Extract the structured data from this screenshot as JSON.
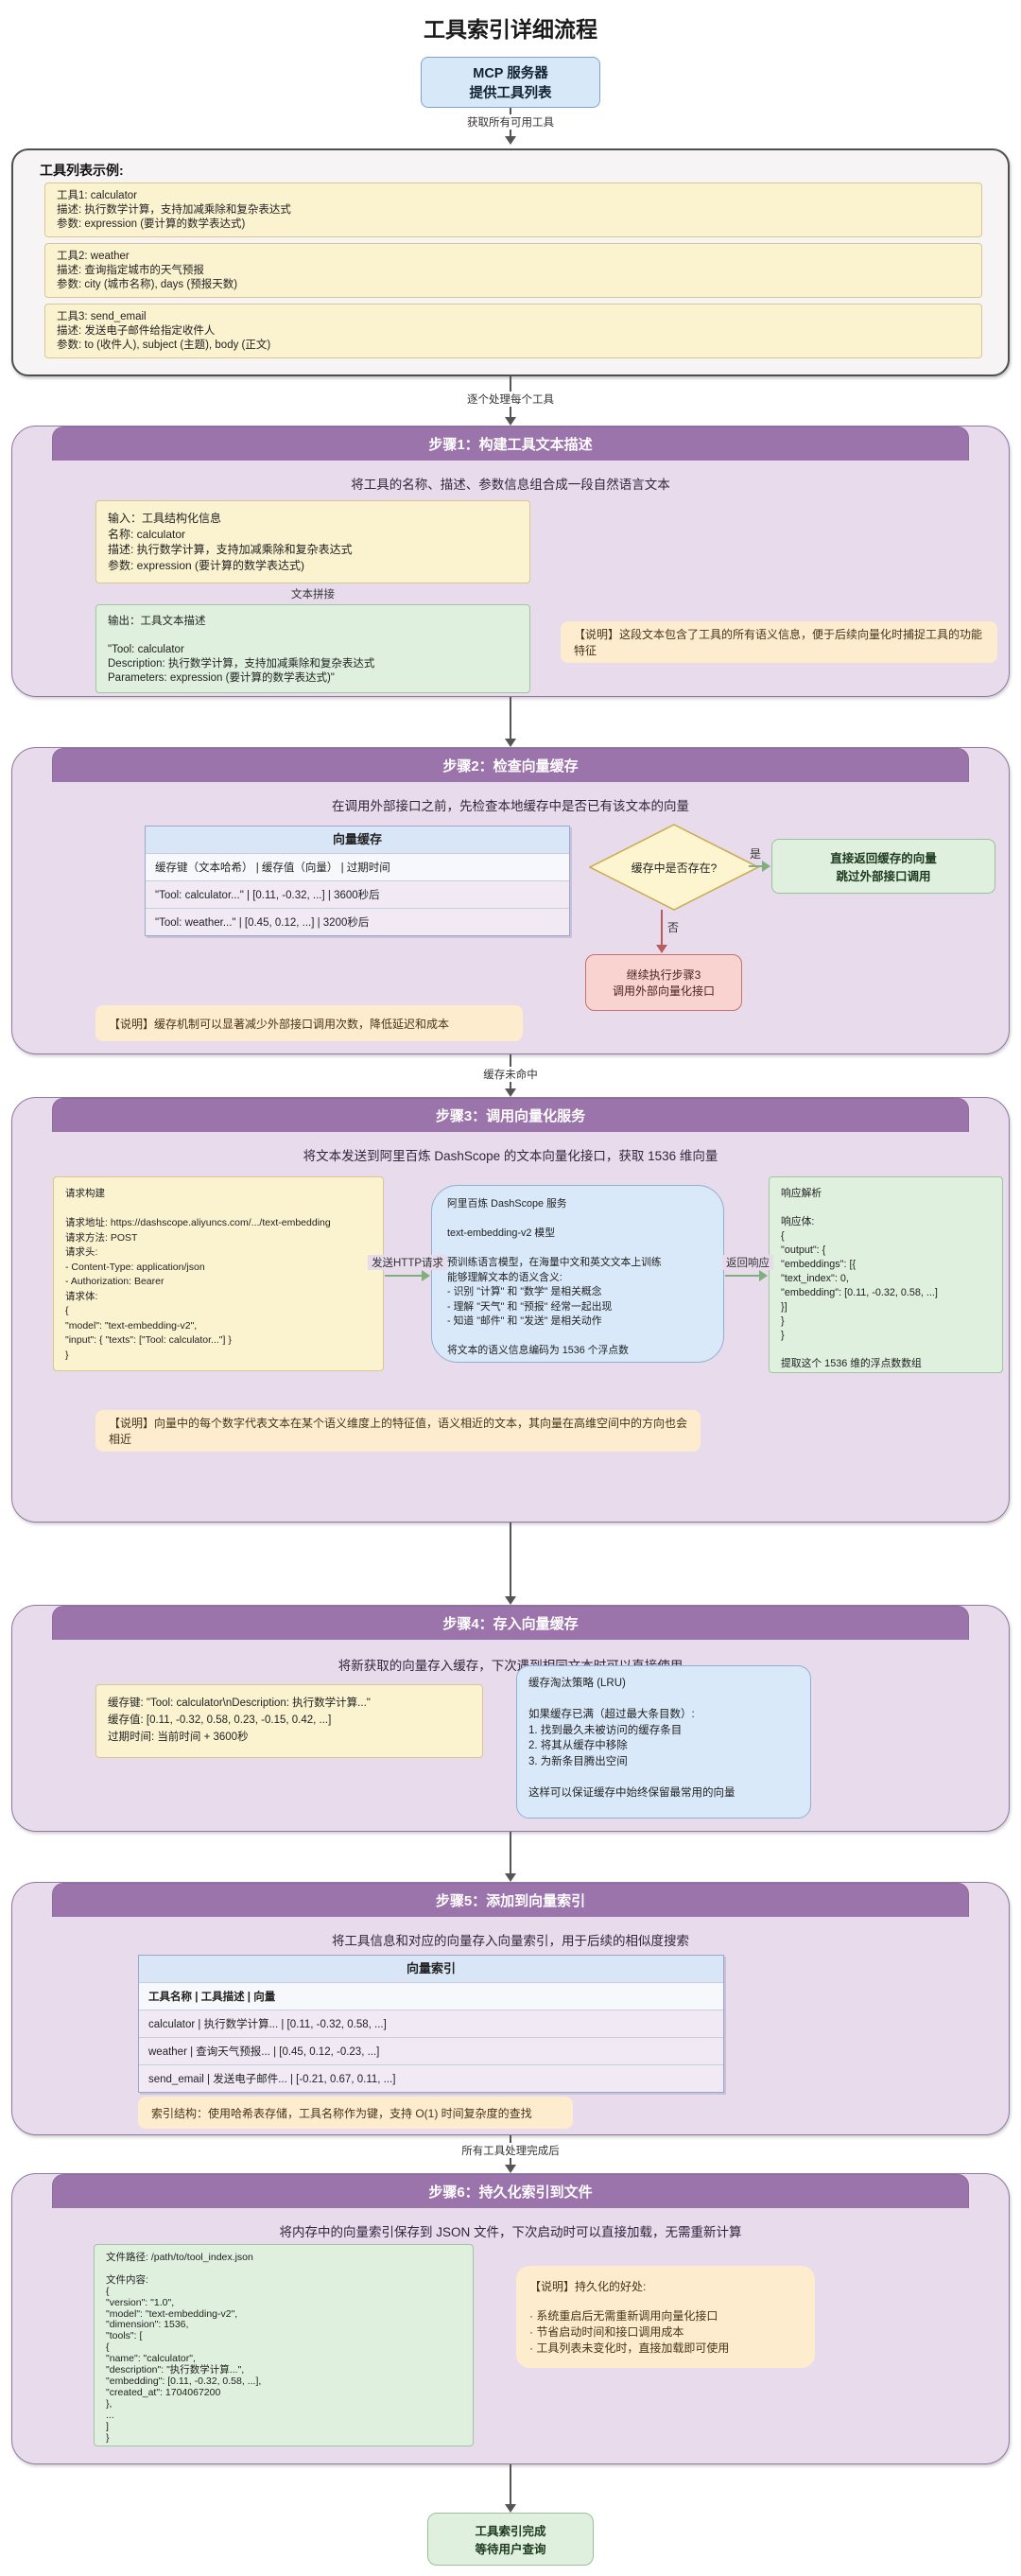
{
  "title": "工具索引详细流程",
  "colors": {
    "header_purple": "#9c74ac",
    "body_lavender": "#e7dbec",
    "note_peach": "#fdeccd",
    "box_yellow": "#fbf3d0",
    "box_green": "#dff0df",
    "box_blue": "#d9e9fa",
    "box_red": "#f8d3d0",
    "table_header_blue": "#d8e6f7"
  },
  "start": {
    "box": "MCP 服务器\n提供工具列表",
    "arrow_label": "获取所有可用工具"
  },
  "tool_list": {
    "header": "工具列表示例:",
    "tools": [
      "工具1: calculator\n描述: 执行数学计算，支持加减乘除和复杂表达式\n参数: expression (要计算的数学表达式)",
      "工具2: weather\n描述: 查询指定城市的天气预报\n参数: city (城市名称), days (预报天数)",
      "工具3: send_email\n描述: 发送电子邮件给指定收件人\n参数: to (收件人), subject (主题), body (正文)"
    ],
    "arrow_label": "逐个处理每个工具"
  },
  "step1": {
    "header": "步骤1：构建工具文本描述",
    "subtitle": "将工具的名称、描述、参数信息组合成一段自然语言文本",
    "input_box": "输入：工具结构化信息\n名称: calculator\n描述: 执行数学计算，支持加减乘除和复杂表达式\n参数: expression (要计算的数学表达式)",
    "connector_label": "文本拼接",
    "output_box": "输出：工具文本描述\n\n\"Tool: calculator\nDescription: 执行数学计算，支持加减乘除和复杂表达式\nParameters: expression (要计算的数学表达式)\"",
    "note": "【说明】这段文本包含了工具的所有语义信息，便于后续向量化时捕捉工具的功能特征"
  },
  "step2": {
    "header": "步骤2：检查向量缓存",
    "subtitle": "在调用外部接口之前，先检查本地缓存中是否已有该文本的向量",
    "cache_table": {
      "title": "向量缓存",
      "header": "缓存键（文本哈希） | 缓存值（向量） | 过期时间",
      "rows": [
        "\"Tool: calculator...\" | [0.11, -0.32, ...] | 3600秒后",
        "\"Tool: weather...\" | [0.45, 0.12, ...] | 3200秒后"
      ]
    },
    "decision": "缓存中是否存在?",
    "yes_label": "是",
    "yes_box": "直接返回缓存的向量\n跳过外部接口调用",
    "no_label": "否",
    "no_box": "继续执行步骤3\n调用外部向量化接口",
    "note": "【说明】缓存机制可以显著减少外部接口调用次数，降低延迟和成本",
    "arrow_label": "缓存未命中"
  },
  "step3": {
    "header": "步骤3：调用向量化服务",
    "subtitle": "将文本发送到阿里百炼 DashScope 的文本向量化接口，获取 1536 维向量",
    "request_box": "请求构建\n\n请求地址: https://dashscope.aliyuncs.com/.../text-embedding\n请求方法: POST\n请求头:\n- Content-Type: application/json\n- Authorization: Bearer\n请求体:\n{\n\"model\": \"text-embedding-v2\",\n\"input\": { \"texts\": [\"Tool: calculator...\"] }\n}",
    "send_label": "发送HTTP请求",
    "service_box": "阿里百炼 DashScope 服务\n\ntext-embedding-v2 模型\n\n预训练语言模型，在海量中文和英文文本上训练\n能够理解文本的语义含义:\n- 识别 \"计算\" 和 \"数学\" 是相关概念\n- 理解 \"天气\" 和 \"预报\" 经常一起出现\n- 知道 \"邮件\" 和 \"发送\" 是相关动作\n\n将文本的语义信息编码为 1536 个浮点数",
    "return_label": "返回响应",
    "response_box": "响应解析\n\n响应体:\n{\n\"output\": {\n\"embeddings\": [{\n\"text_index\": 0,\n\"embedding\": [0.11, -0.32, 0.58, ...]\n}]\n}\n}\n\n提取这个 1536 维的浮点数数组",
    "note": "【说明】向量中的每个数字代表文本在某个语义维度上的特征值，语义相近的文本，其向量在高维空间中的方向也会相近"
  },
  "step4": {
    "header": "步骤4：存入向量缓存",
    "subtitle": "将新获取的向量存入缓存，下次遇到相同文本时可以直接使用",
    "entry_box": "缓存键: \"Tool: calculator\\nDescription: 执行数学计算...\"\n缓存值: [0.11, -0.32, 0.58, 0.23, -0.15, 0.42, ...]\n过期时间: 当前时间 + 3600秒",
    "lru_box": "缓存淘汰策略 (LRU)\n\n如果缓存已满（超过最大条目数）:\n1. 找到最久未被访问的缓存条目\n2. 将其从缓存中移除\n3. 为新条目腾出空间\n\n这样可以保证缓存中始终保留最常用的向量"
  },
  "step5": {
    "header": "步骤5：添加到向量索引",
    "subtitle": "将工具信息和对应的向量存入向量索引，用于后续的相似度搜索",
    "index_table": {
      "title": "向量索引",
      "header": "工具名称 | 工具描述 | 向量",
      "rows": [
        "calculator | 执行数学计算... | [0.11, -0.32, 0.58, ...]",
        "weather | 查询天气预报... | [0.45, 0.12, -0.23, ...]",
        "send_email | 发送电子邮件... | [-0.21, 0.67, 0.11, ...]"
      ]
    },
    "note": "索引结构：使用哈希表存储，工具名称作为键，支持 O(1) 时间复杂度的查找",
    "arrow_label": "所有工具处理完成后"
  },
  "step6": {
    "header": "步骤6：持久化索引到文件",
    "subtitle": "将内存中的向量索引保存到 JSON 文件，下次启动时可以直接加载，无需重新计算",
    "file_box": "文件路径: /path/to/tool_index.json\n\n文件内容:\n{\n\"version\": \"1.0\",\n\"model\": \"text-embedding-v2\",\n\"dimension\": 1536,\n\"tools\": [\n{\n\"name\": \"calculator\",\n\"description\": \"执行数学计算...\",\n\"embedding\": [0.11, -0.32, 0.58, ...],\n\"created_at\": 1704067200\n},\n...\n]\n}",
    "note": "【说明】持久化的好处:\n\n· 系统重启后无需重新调用向量化接口\n· 节省启动时间和接口调用成本\n· 工具列表未变化时，直接加载即可使用"
  },
  "end_box": "工具索引完成\n等待用户查询"
}
